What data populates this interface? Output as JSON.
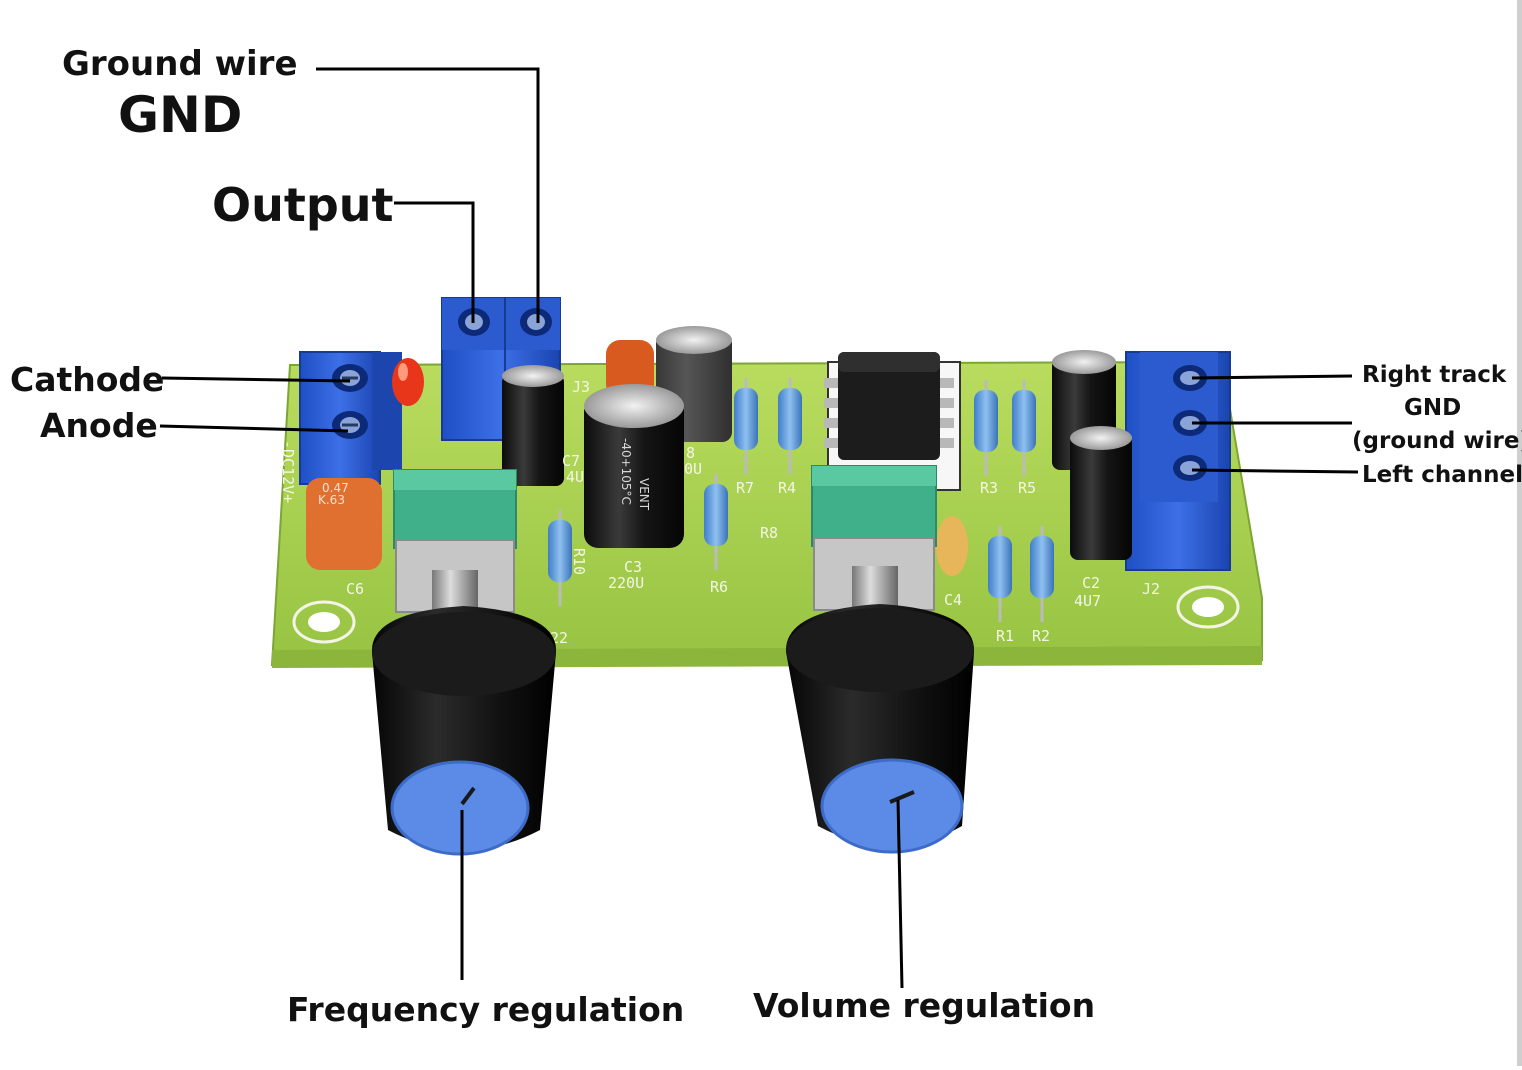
{
  "labels": {
    "ground_wire": "Ground wire",
    "gnd_top": "GND",
    "output": "Output",
    "cathode": "Cathode",
    "anode": "Anode",
    "right_track": "Right track",
    "gnd_right": "GND",
    "ground_wire_paren": "(ground wire)",
    "left_channel": "Left channel",
    "frequency_regulation": "Frequency regulation",
    "volume_regulation": "Volume regulation"
  },
  "board_markings": {
    "c6": "C6",
    "c7": "C7",
    "c7_val": "4U",
    "c3": "C3",
    "c3_val": "220U",
    "c8_val": "8",
    "c8_val2": "0U",
    "r10": "R10",
    "r6": "R6",
    "r7": "R7",
    "r4": "R4",
    "r8": "R8",
    "r3": "R3",
    "r5": "R5",
    "r1": "R1",
    "r2": "R2",
    "c4": "C4",
    "c2": "C2",
    "c2_val": "4U7",
    "j2": "J2",
    "j3": "J3",
    "dc": "-DC12V+",
    "film_cap_1": "0.47",
    "film_cap_2": "K.63",
    "big_cap_1": "VENT",
    "big_cap_2": "-40+105°C",
    "r22": "22"
  },
  "colors": {
    "pcb": "#a8d44f",
    "terminal": "#2d5fd6",
    "knob": "#1a1a1a",
    "knob_cap": "#5b8be6",
    "pot_body": "#3fb08a",
    "capacitor": "#1c1c1c",
    "film_cap": "#e07030",
    "led": "#e8361a"
  }
}
